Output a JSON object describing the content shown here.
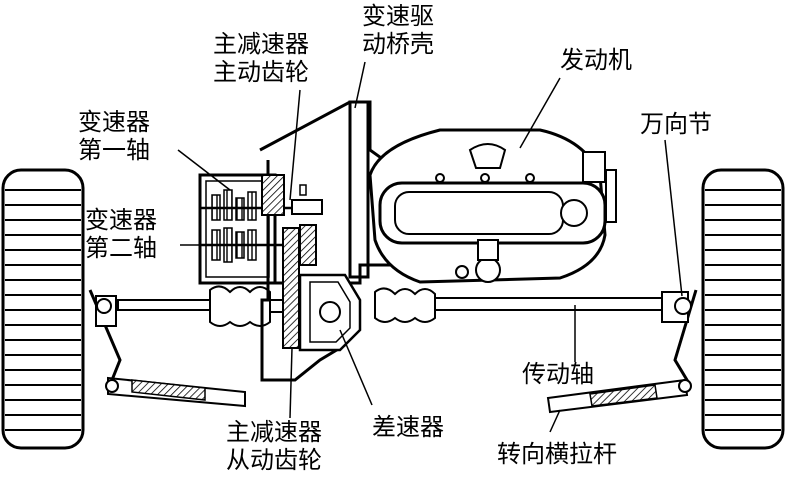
{
  "labels": {
    "final_drive_driving_gear": [
      "主减速器",
      "主动齿轮"
    ],
    "transaxle_housing": [
      "变速驱",
      "动桥壳"
    ],
    "engine": "发动机",
    "gearbox_first_shaft": [
      "变速器",
      "第一轴"
    ],
    "universal_joint": "万向节",
    "gearbox_second_shaft": [
      "变速器",
      "第二轴"
    ],
    "drive_shaft": "传动轴",
    "differential": "差速器",
    "tie_rod": "转向横拉杆",
    "final_drive_driven_gear": [
      "主减速器",
      "从动齿轮"
    ]
  }
}
